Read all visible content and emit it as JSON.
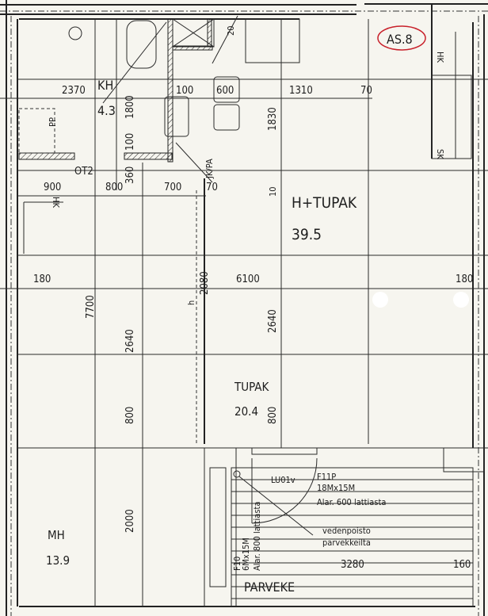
{
  "sheet_tag": "AS.8",
  "colors": {
    "tag": "#c8202a",
    "ink": "#222222",
    "paper": "#f6f5ef"
  },
  "rooms": {
    "kh": {
      "name": "KH",
      "area": "4.3"
    },
    "h_tupak": {
      "name": "H+TUPAK",
      "area": "39.5"
    },
    "tupak": {
      "name": "TUPAK",
      "area": "20.4"
    },
    "mh": {
      "name": "MH",
      "area": "13.9"
    },
    "parveke": {
      "name": "PARVEKE"
    }
  },
  "labels": {
    "hk_top": "HK",
    "sk": "SK",
    "hk_left": "HK",
    "pp": "PP",
    "jk_pa": "JK/PA",
    "ot2": "OT2",
    "h": "h"
  },
  "dimensions": {
    "d2370": "2370",
    "d100a": "100",
    "d600": "600",
    "d1310": "1310",
    "d70a": "70",
    "d1800": "1800",
    "d1830": "1830",
    "d100b": "100",
    "d360": "360",
    "d20": "20",
    "d900": "900",
    "d800a": "800",
    "d700": "700",
    "d70b": "70",
    "d10": "10",
    "d180l": "180",
    "d6100": "6100",
    "d180r": "180",
    "d7700": "7700",
    "d2080": "2080",
    "d2640a": "2640",
    "d2640b": "2640",
    "d800b": "800",
    "d800c": "800",
    "d2000": "2000",
    "d3280": "3280",
    "d160": "160"
  },
  "balcony": {
    "door": "LU01v",
    "window_f11p": "F11P",
    "window_f11p_size": "18Mx15M",
    "window_f11p_sill": "Alar. 600 lattiasta",
    "window_f10": "F10",
    "window_f10_size": "6Mx15M",
    "window_f10_sill": "Alar. 800 lattiasta",
    "drain_1": "vedenpoisto",
    "drain_2": "parvekkeilta"
  }
}
